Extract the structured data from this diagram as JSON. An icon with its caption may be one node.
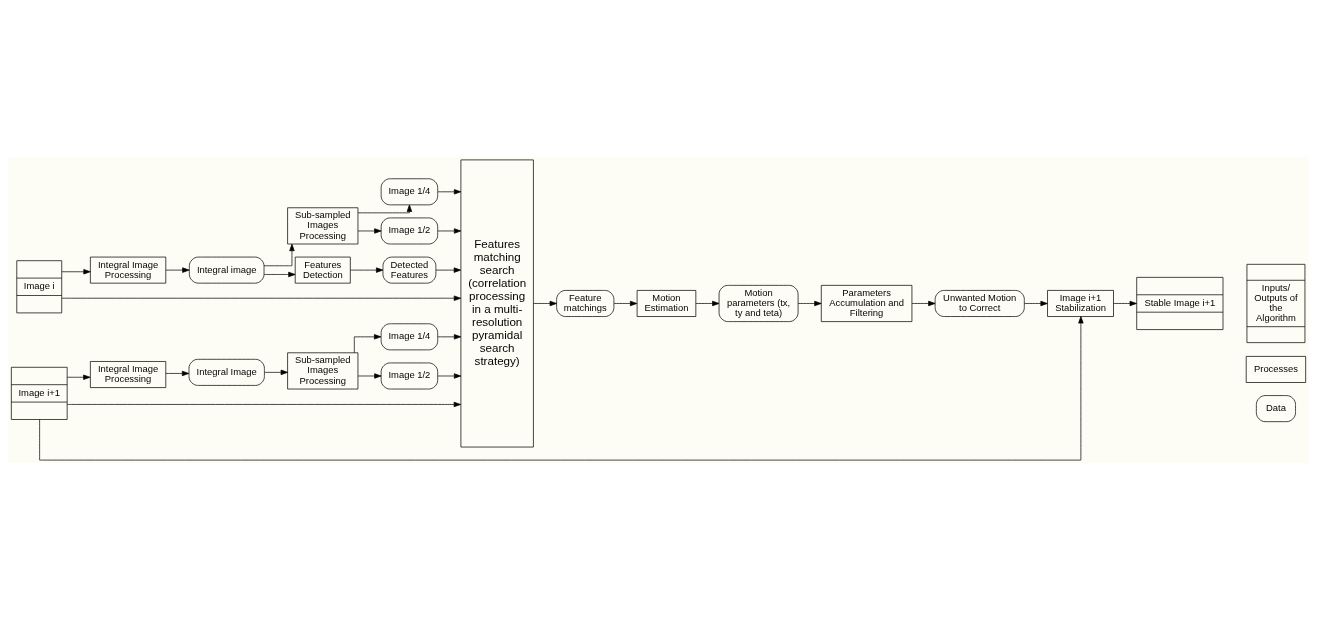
{
  "diagram": {
    "nodes": [
      {
        "text": [
          "Image i"
        ]
      },
      {
        "text": [
          "Integral Image Processing"
        ]
      },
      {
        "text": [
          "Integral image"
        ]
      },
      {
        "text": [
          "Sub-sampled Images Processing"
        ]
      },
      {
        "text": [
          "Features Detection"
        ]
      },
      {
        "text": [
          "Image 1/4"
        ]
      },
      {
        "text": [
          "Image 1/2"
        ]
      },
      {
        "text": [
          "Detected Features"
        ]
      },
      {
        "text": [
          "Image i+1"
        ]
      },
      {
        "text": [
          "Integral Image Processing"
        ]
      },
      {
        "text": [
          "Integral Image"
        ]
      },
      {
        "text": [
          "Sub-sampled Images Processing"
        ]
      },
      {
        "text": [
          "Image 1/4"
        ]
      },
      {
        "text": [
          "Image 1/2"
        ]
      },
      {
        "text": [
          "Features matching search (correlation processing in a multi-resolution pyramidal search strategy)"
        ]
      },
      {
        "text": [
          "Feature matchings"
        ]
      },
      {
        "text": [
          "Motion Estimation"
        ]
      },
      {
        "text": [
          "Motion parameters (tx, ty and teta)"
        ]
      },
      {
        "text": [
          "Parameters Accumulation and Filtering"
        ]
      },
      {
        "text": [
          "Unwanted Motion to Correct"
        ]
      },
      {
        "text": [
          "Image i+1 Stabilization"
        ]
      },
      {
        "text": [
          "Stable Image i+1"
        ]
      },
      {
        "text": [
          "Inputs/ Outputs of the Algorithm"
        ]
      },
      {
        "text": [
          "Processes"
        ]
      },
      {
        "text": [
          "Data"
        ]
      }
    ],
    "edges": [
      {
        "from": 0,
        "to": 1,
        "arrow": "to"
      },
      {
        "from": 1,
        "to": 2,
        "arrow": "to"
      },
      {
        "from": 2,
        "to": 3,
        "arrow": "to"
      },
      {
        "from": 2,
        "to": 4,
        "arrow": "to"
      },
      {
        "from": 3,
        "to": 5,
        "arrow": "to"
      },
      {
        "from": 3,
        "to": 6,
        "arrow": "to"
      },
      {
        "from": 4,
        "to": 7,
        "arrow": "to"
      },
      {
        "from": 5,
        "to": 14,
        "arrow": "to"
      },
      {
        "from": 6,
        "to": 14,
        "arrow": "to"
      },
      {
        "from": 7,
        "to": 14,
        "arrow": "to"
      },
      {
        "from": 0,
        "to": 14,
        "arrow": "to"
      },
      {
        "from": 8,
        "to": 9,
        "arrow": "to"
      },
      {
        "from": 9,
        "to": 10,
        "arrow": "to"
      },
      {
        "from": 10,
        "to": 11,
        "arrow": "to"
      },
      {
        "from": 11,
        "to": 12,
        "arrow": "to"
      },
      {
        "from": 11,
        "to": 13,
        "arrow": "to"
      },
      {
        "from": 12,
        "to": 14,
        "arrow": "to"
      },
      {
        "from": 13,
        "to": 14,
        "arrow": "to"
      },
      {
        "from": 8,
        "to": 14,
        "arrow": "to"
      },
      {
        "from": 8,
        "to": 20,
        "arrow": "to"
      },
      {
        "from": 14,
        "to": 15,
        "arrow": "to"
      },
      {
        "from": 15,
        "to": 16,
        "arrow": "to"
      },
      {
        "from": 16,
        "to": 17,
        "arrow": "to"
      },
      {
        "from": 17,
        "to": 18,
        "arrow": "to"
      },
      {
        "from": 18,
        "to": 19,
        "arrow": "to"
      },
      {
        "from": 19,
        "to": 20,
        "arrow": "to"
      },
      {
        "from": 20,
        "to": 21,
        "arrow": "to"
      }
    ]
  }
}
